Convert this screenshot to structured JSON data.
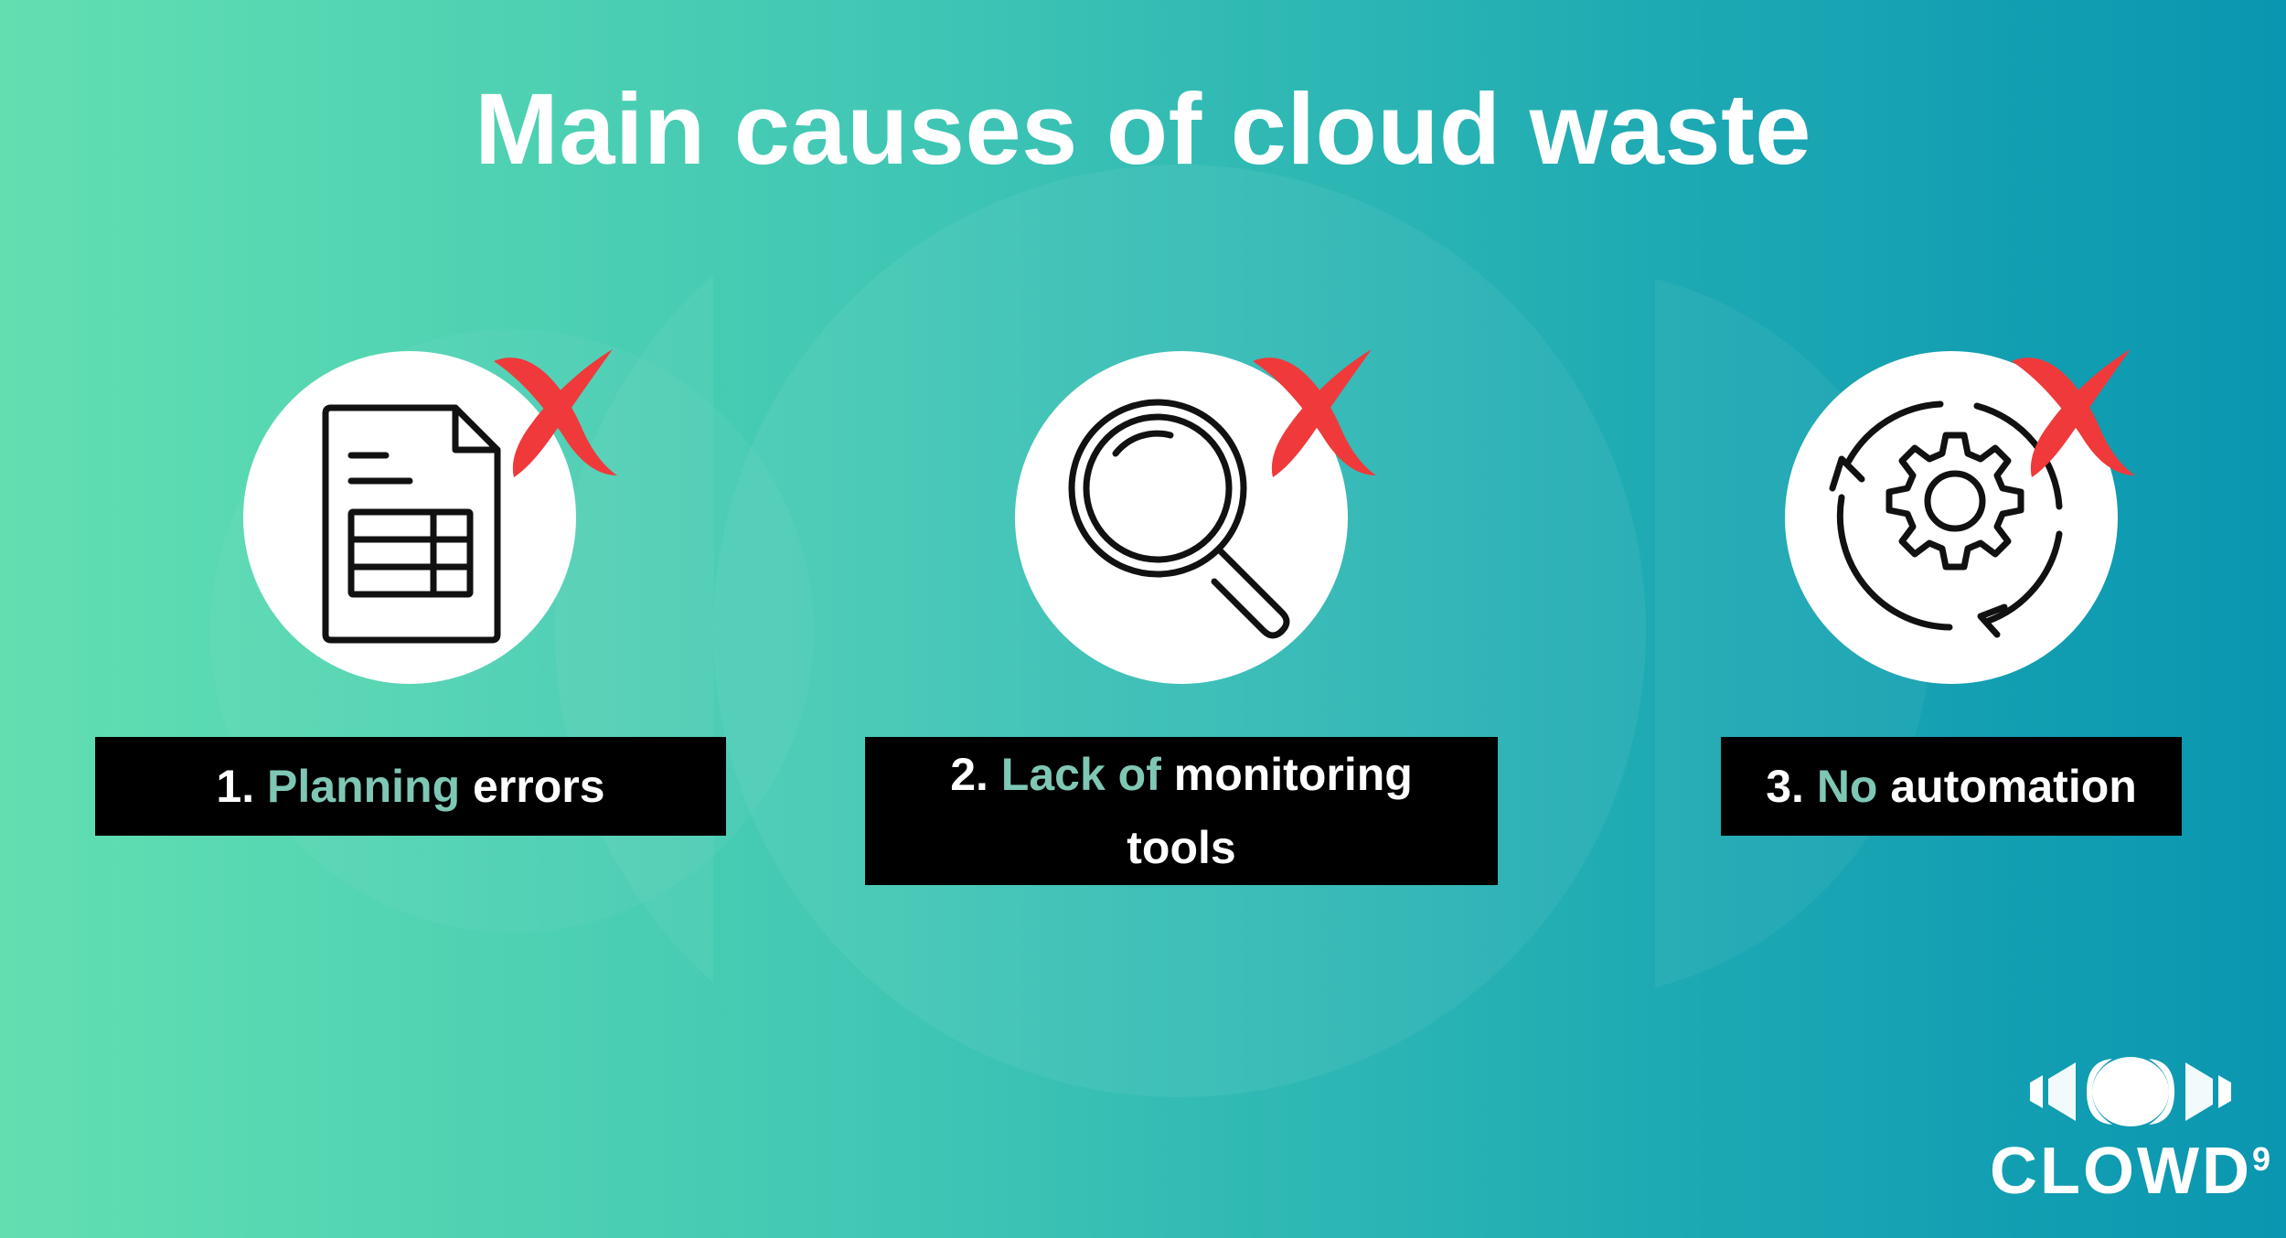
{
  "title": "Main causes of cloud waste",
  "causes": [
    {
      "number": "1.",
      "highlight": "Planning",
      "rest": " errors",
      "icon": "document-icon",
      "status_icon": "red-x-icon"
    },
    {
      "number": "2.",
      "highlight": "Lack of",
      "rest": " monitoring tools",
      "icon": "magnifying-glass-icon",
      "status_icon": "red-x-icon"
    },
    {
      "number": "3.",
      "highlight": "No",
      "rest": " automation",
      "icon": "gear-cycle-icon",
      "status_icon": "red-x-icon"
    }
  ],
  "logo": {
    "text": "CLOWD",
    "superscript": "9"
  },
  "colors": {
    "highlight": "#7fc7b5",
    "x_mark": "#f0393a",
    "label_bg": "#000000",
    "circle_bg": "#ffffff"
  }
}
